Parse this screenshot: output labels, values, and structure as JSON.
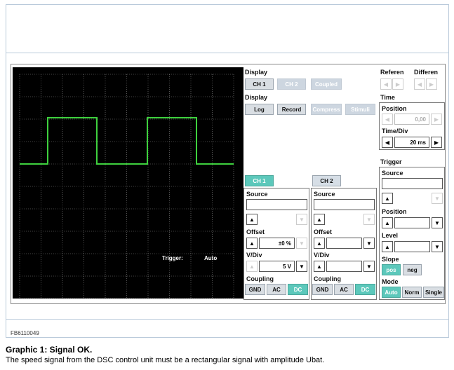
{
  "figure_id": "FB6110049",
  "caption": {
    "title": "Graphic 1: Signal OK.",
    "text": "The speed signal from the DSC control unit must be a rectangular signal with amplitude Ubat."
  },
  "scope": {
    "trigger_label": "Trigger:",
    "trigger_value": "Auto",
    "trace_color": "#3ed13e",
    "background": "#000000"
  },
  "display": {
    "label1": "Display",
    "ch1": "CH 1",
    "ch2": "CH 2",
    "coupled": "Coupled",
    "label2": "Display",
    "log": "Log",
    "record": "Record",
    "compress": "Compress",
    "stimuli": "Stimuli"
  },
  "reference": {
    "referen": "Referen",
    "differen": "Differen"
  },
  "time": {
    "label": "Time",
    "position_label": "Position",
    "position_value": "0,00",
    "timediv_label": "Time/Div",
    "timediv_value": "20 ms"
  },
  "channel1": {
    "tab": "CH 1",
    "source_label": "Source",
    "offset_label": "Offset",
    "offset_value": "±0 %",
    "vdiv_label": "V/Div",
    "vdiv_value": "5 V",
    "coupling_label": "Coupling",
    "gnd": "GND",
    "ac": "AC",
    "dc": "DC"
  },
  "channel2": {
    "tab": "CH 2",
    "source_label": "Source",
    "offset_label": "Offset",
    "vdiv_label": "V/Div",
    "coupling_label": "Coupling",
    "gnd": "GND",
    "ac": "AC",
    "dc": "DC"
  },
  "trigger": {
    "label": "Trigger",
    "source_label": "Source",
    "position_label": "Position",
    "level_label": "Level",
    "slope_label": "Slope",
    "pos": "pos",
    "neg": "neg",
    "mode_label": "Mode",
    "auto": "Auto",
    "norm": "Norm",
    "single": "Single"
  },
  "glyphs": {
    "up": "▲",
    "down": "▼",
    "left": "◀",
    "right": "▶"
  },
  "icons": [
    "arrow-up-icon",
    "arrow-down-icon",
    "arrow-left-icon",
    "arrow-right-icon"
  ]
}
